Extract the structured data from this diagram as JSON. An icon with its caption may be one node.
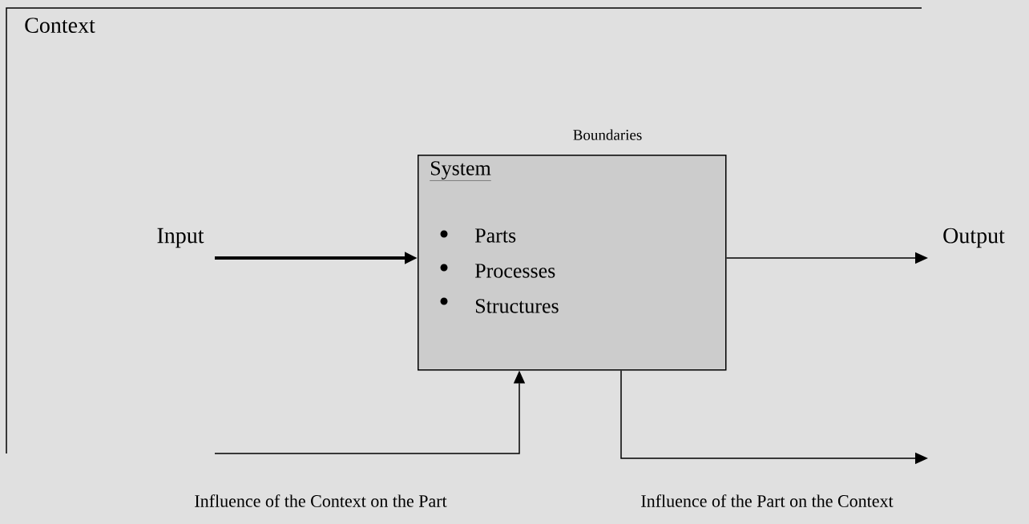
{
  "diagram": {
    "nodes": [
      {
        "text": [
          "Context"
        ]
      },
      {
        "text": [
          "System",
          "Parts",
          "Processes",
          "Structures"
        ],
        "in": 0,
        "beside": [
          "Boundaries"
        ]
      }
    ],
    "edges": [
      {
        "from": null,
        "to": 1,
        "arrow": "to",
        "label": "Input",
        "style": "thick"
      },
      {
        "from": 1,
        "to": null,
        "arrow": "to",
        "label": "Output"
      },
      {
        "from": null,
        "to": 1,
        "arrow": "to",
        "label": "Influence of the Context on the Part"
      },
      {
        "from": 1,
        "to": null,
        "arrow": "to",
        "label": "Influence of the Part on the Context"
      }
    ]
  }
}
